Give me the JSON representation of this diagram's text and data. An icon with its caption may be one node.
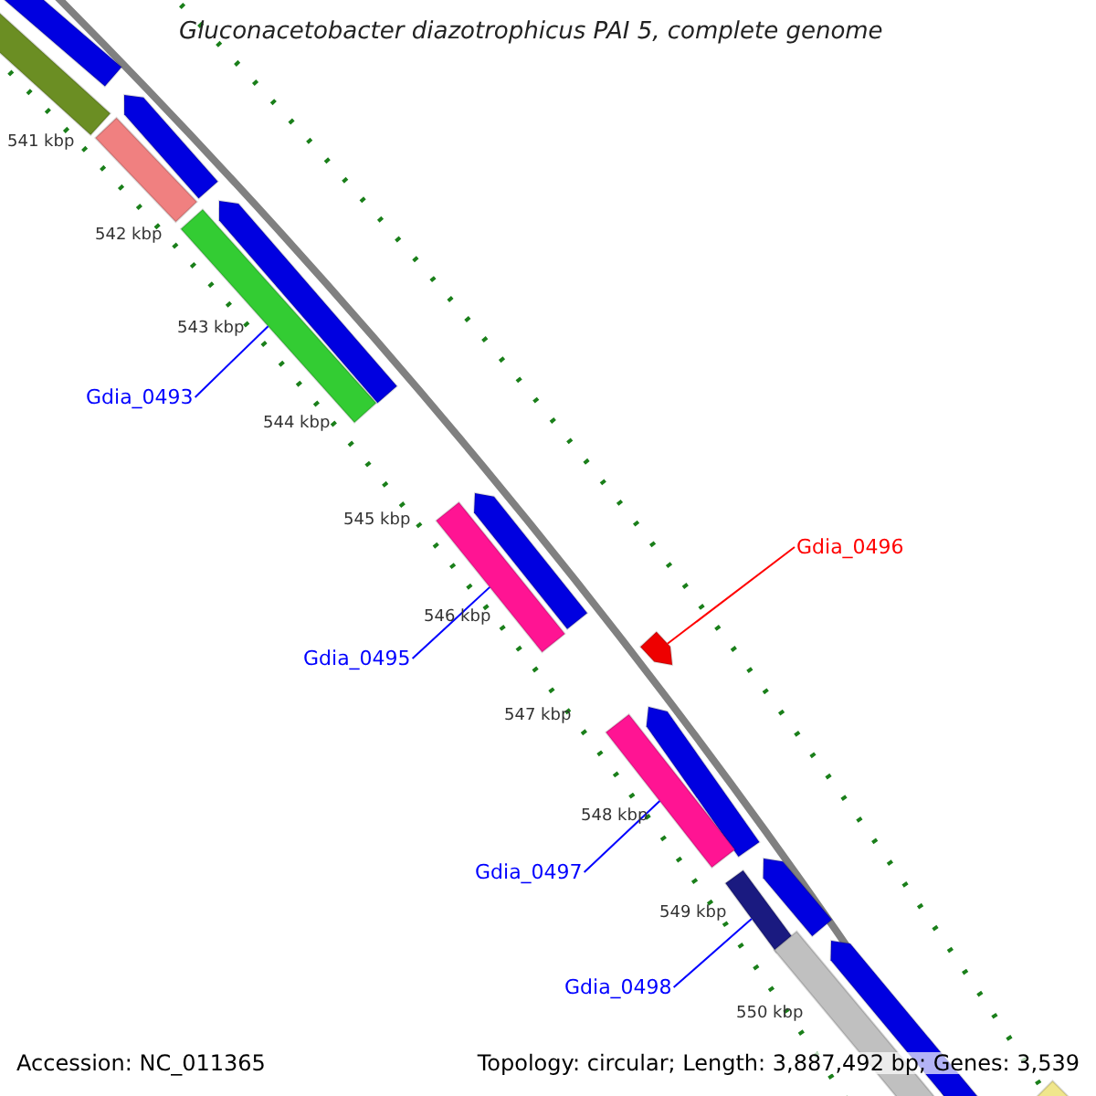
{
  "diagram": {
    "title": "Gluconacetobacter diazotrophicus PAI 5, complete genome",
    "nodes": [
      {
        "text": [],
        "shape": "arrow"
      },
      {
        "text": [],
        "shape": "bar"
      },
      {
        "text": [],
        "shape": "arrow"
      },
      {
        "text": [],
        "shape": "bar"
      },
      {
        "text": [],
        "shape": "arrow"
      },
      {
        "text": [
          "Gdia_0493"
        ]
      },
      {
        "text": [],
        "shape": "bar"
      },
      {
        "text": [],
        "shape": "arrow"
      },
      {
        "text": [],
        "shape": "bar"
      },
      {
        "text": [
          "Gdia_0495"
        ]
      },
      {
        "text": [
          "Gdia_0496"
        ]
      },
      {
        "text": [],
        "shape": "arrow"
      },
      {
        "text": [],
        "shape": "arrow"
      },
      {
        "text": [
          "Gdia_0497"
        ]
      },
      {
        "text": [],
        "shape": "bar"
      },
      {
        "text": [],
        "shape": "arrow"
      },
      {
        "text": [],
        "shape": "bar"
      },
      {
        "text": [
          "Gdia_0498"
        ]
      },
      {
        "text": [],
        "shape": "bar"
      },
      {
        "text": [],
        "shape": "arrow"
      },
      {
        "text": [],
        "shape": "bar"
      }
    ],
    "edges": [
      {
        "from": 5,
        "to": 6,
        "arrow": "none",
        "color": "#0000ff"
      },
      {
        "from": 9,
        "to": 8,
        "arrow": "none",
        "color": "#0000ff"
      },
      {
        "from": 10,
        "to": 11,
        "arrow": "none",
        "color": "#ff0000"
      },
      {
        "from": 13,
        "to": 14,
        "arrow": "none",
        "color": "#0000ff"
      },
      {
        "from": 17,
        "to": 16,
        "arrow": "none",
        "color": "#0000ff"
      }
    ],
    "labels": [
      "541 kbp",
      "542 kbp",
      "543 kbp",
      "544 kbp",
      "545 kbp",
      "546 kbp",
      "547 kbp",
      "548 kbp",
      "549 kbp",
      "550 kbp",
      "Accession: NC_011365",
      "Topology: circular; Length: 3,887,492 bp; Genes: 3,539"
    ]
  }
}
